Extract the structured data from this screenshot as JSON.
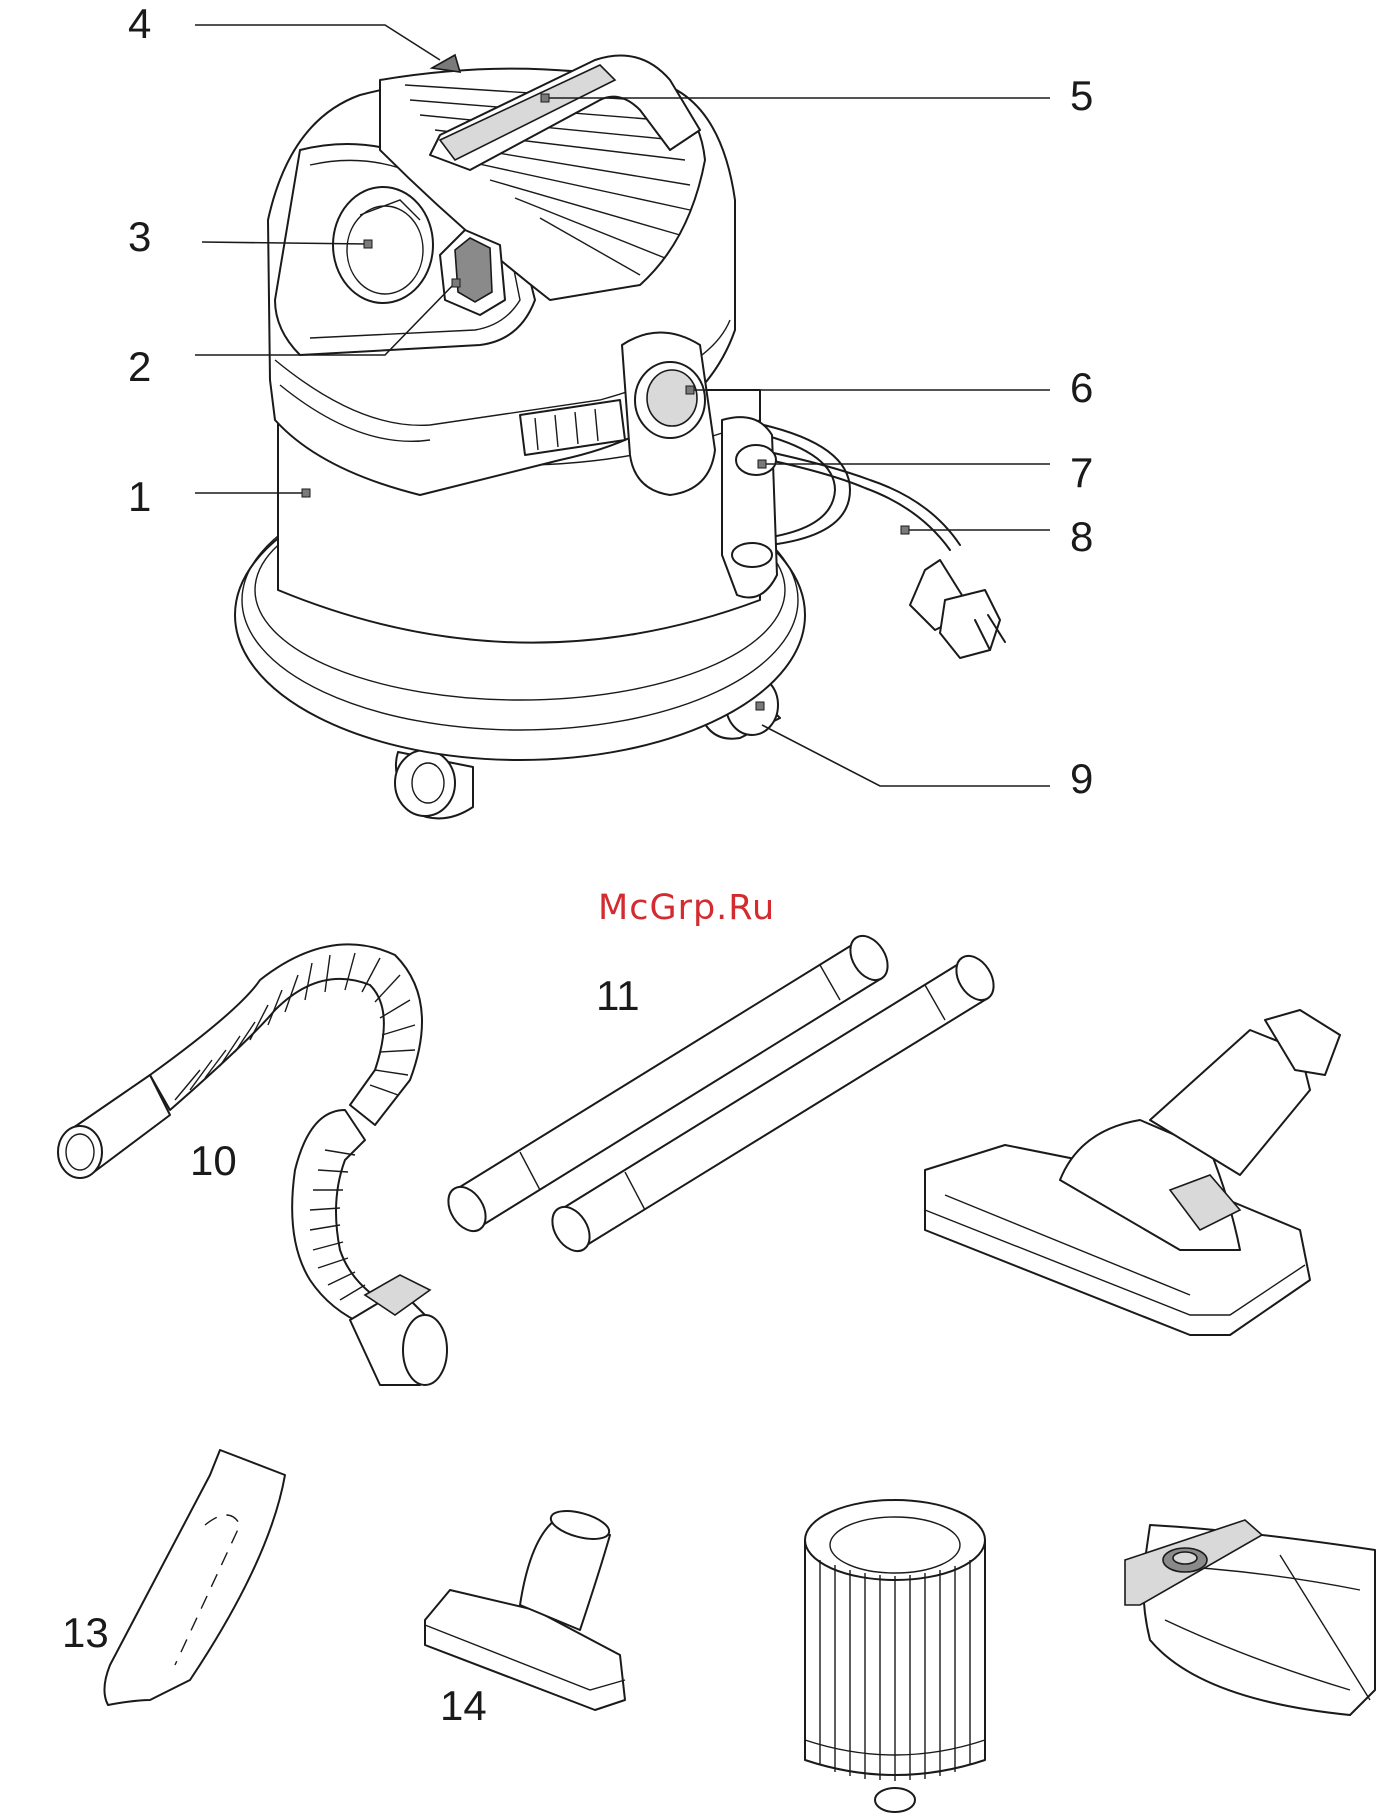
{
  "watermark": "McGrp.Ru",
  "callouts": [
    {
      "id": "1",
      "label": "1"
    },
    {
      "id": "2",
      "label": "2"
    },
    {
      "id": "3",
      "label": "3"
    },
    {
      "id": "4",
      "label": "4"
    },
    {
      "id": "5",
      "label": "5"
    },
    {
      "id": "6",
      "label": "6"
    },
    {
      "id": "7",
      "label": "7"
    },
    {
      "id": "8",
      "label": "8"
    },
    {
      "id": "9",
      "label": "9"
    },
    {
      "id": "10",
      "label": "10"
    },
    {
      "id": "11",
      "label": "11"
    },
    {
      "id": "13",
      "label": "13"
    },
    {
      "id": "14",
      "label": "14"
    }
  ],
  "colors": {
    "line": "#1a1a1a",
    "watermark": "#d42b30",
    "marker": "#7a7a7a",
    "background": "#ffffff"
  }
}
